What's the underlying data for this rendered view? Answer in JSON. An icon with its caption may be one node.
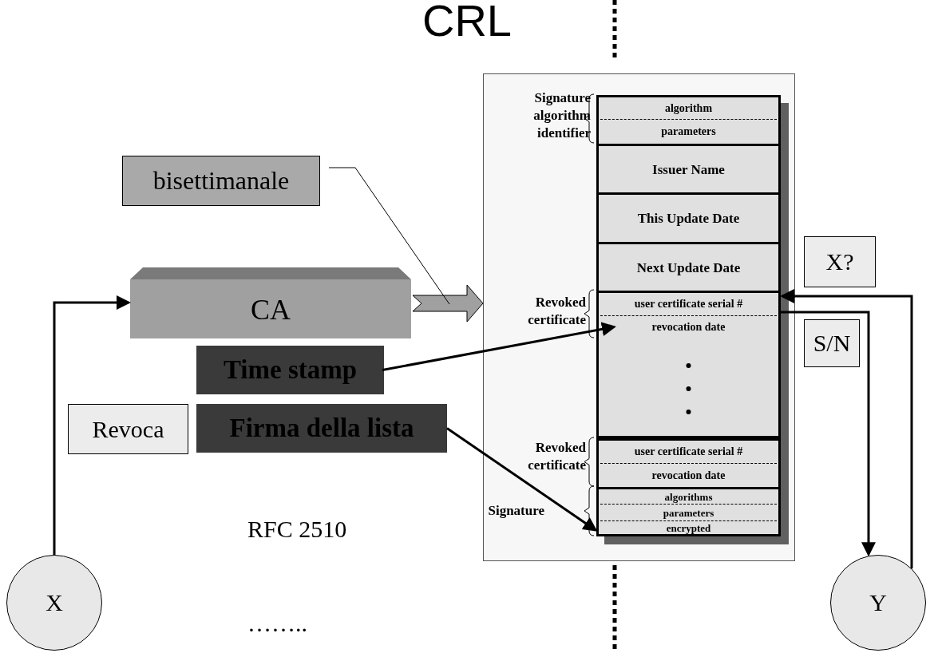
{
  "diagram": {
    "title": "CRL",
    "nodes": [
      {
        "text": [
          "bisettimanale"
        ]
      },
      {
        "text": [
          "CA"
        ]
      },
      {
        "text": [
          "Time stamp"
        ]
      },
      {
        "text": [
          "Revoca"
        ]
      },
      {
        "text": [
          "Firma della lista"
        ]
      },
      {
        "text": [
          "X"
        ]
      },
      {
        "text": [
          "Y"
        ]
      },
      {
        "text": [
          "X?"
        ]
      },
      {
        "text": [
          "S/N"
        ]
      },
      {
        "text": [],
        "shape": "box"
      },
      {
        "text": [
          "algorithm"
        ],
        "in": 9
      },
      {
        "text": [
          "parameters"
        ],
        "in": 9
      },
      {
        "text": [
          "Issuer Name"
        ],
        "in": 9
      },
      {
        "text": [
          "This Update Date"
        ],
        "in": 9
      },
      {
        "text": [
          "Next Update Date"
        ],
        "in": 9
      },
      {
        "text": [
          "user certificate serial #"
        ],
        "in": 9
      },
      {
        "text": [
          "revocation date"
        ],
        "in": 9
      },
      {
        "text": [],
        "shape": "box",
        "in": 9
      },
      {
        "text": [
          "user certificate serial #"
        ],
        "in": 9
      },
      {
        "text": [
          "revocation date"
        ],
        "in": 9
      },
      {
        "text": [
          "algorithms"
        ],
        "in": 9
      },
      {
        "text": [
          "parameters"
        ],
        "in": 9
      },
      {
        "text": [
          "encrypted"
        ],
        "in": 9
      }
    ],
    "edges": [
      {
        "from": 5,
        "to": 1,
        "arrow": "to"
      },
      {
        "from": 1,
        "to": 9,
        "arrow": "to",
        "style": "thick",
        "color": "#a0a0a0"
      },
      {
        "from": 0,
        "to": null,
        "arrow": "none"
      },
      {
        "from": 2,
        "to": 16,
        "arrow": "to"
      },
      {
        "from": 4,
        "to": 22,
        "arrow": "to"
      },
      {
        "from": 6,
        "to": 15,
        "arrow": "to"
      },
      {
        "from": 15,
        "to": 6,
        "arrow": "to"
      }
    ],
    "labels": [
      "Signature algorithm identifier",
      "Revoked certificate",
      "Revoked certificate",
      "Signature",
      "RFC 2510",
      "…….."
    ]
  }
}
